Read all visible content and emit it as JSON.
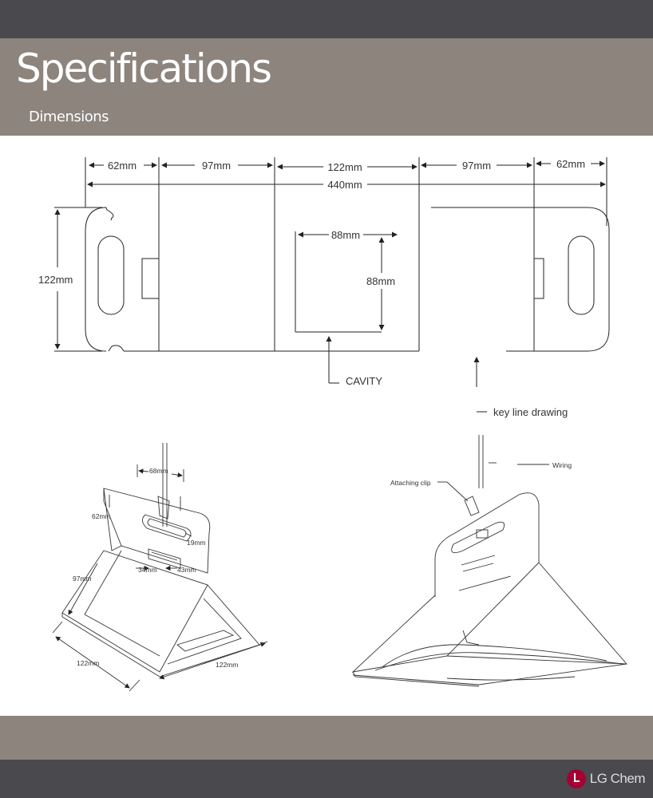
{
  "page": {
    "title": "Specifications",
    "subtitle": "Dimensions",
    "brand": "LG Chem",
    "brand_color": "#a50034"
  },
  "key_line": {
    "dims_top": [
      "62mm",
      "97mm",
      "122mm",
      "97mm",
      "62mm"
    ],
    "total": "440mm",
    "height": "122mm",
    "cavity_w": "88mm",
    "cavity_h": "88mm",
    "cavity_label": "CAVITY",
    "caption": "key line drawing"
  },
  "left_view": {
    "dim_68": "68mm",
    "dim_62": "62mm",
    "dim_19": "19mm",
    "dim_34": "34mm",
    "dim_43": "43mm",
    "dim_97": "97mm",
    "base_left": "122mm",
    "base_right": "122mm"
  },
  "right_view": {
    "clip_label": "Attaching clip",
    "wiring_label": "Wiring"
  }
}
